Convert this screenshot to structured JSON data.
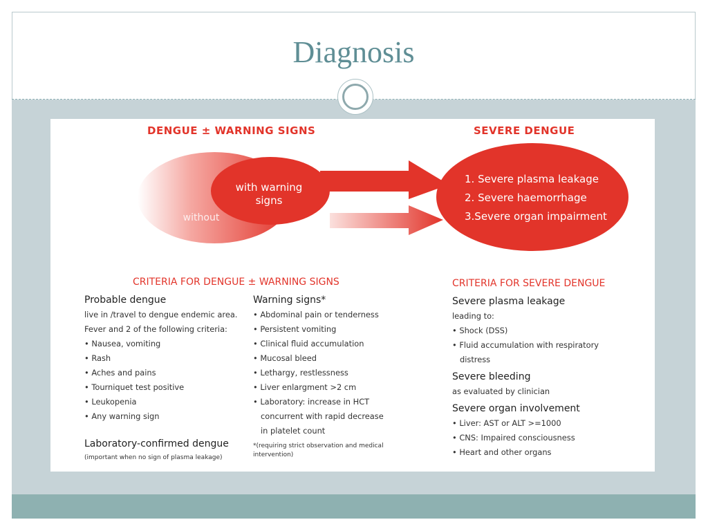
{
  "slide": {
    "title": "Diagnosis"
  },
  "diagram": {
    "left_heading": "DENGUE ± WARNING SIGNS",
    "right_heading": "SEVERE DENGUE",
    "inner_oval_label": [
      "with warning",
      "signs"
    ],
    "outer_oval_label": "without",
    "severe_items": [
      "1. Severe plasma leakage",
      "2. Severe haemorrhage",
      "3.Severe organ impairment"
    ]
  },
  "criteria_dengue": {
    "title": "CRITERIA FOR DENGUE ± WARNING SIGNS",
    "probable": {
      "heading": "Probable dengue",
      "lines": [
        "live in /travel to dengue endemic area.",
        "Fever and 2 of the following criteria:",
        "• Nausea, vomiting",
        "• Rash",
        "• Aches and pains",
        "• Tourniquet test positive",
        "• Leukopenia",
        "• Any warning sign"
      ]
    },
    "lab_confirmed": {
      "heading": "Laboratory-confirmed dengue",
      "note": "(important when no sign of plasma leakage)"
    },
    "warning": {
      "heading": "Warning signs*",
      "lines": [
        "• Abdominal pain or tenderness",
        "• Persistent vomiting",
        "• Clinical fluid accumulation",
        "• Mucosal bleed",
        "• Lethargy, restlessness",
        "• Liver enlargment >2 cm",
        "• Laboratory: increase in HCT",
        "concurrent with rapid decrease",
        "in platelet count"
      ],
      "footnote": [
        "*(requiring strict observation and medical",
        "intervention)"
      ]
    }
  },
  "criteria_severe": {
    "title": "CRITERIA FOR SEVERE DENGUE",
    "plasma": {
      "heading": "Severe plasma leakage",
      "lines": [
        "leading to:",
        "• Shock (DSS)",
        "• Fluid accumulation with respiratory",
        "distress"
      ]
    },
    "bleeding": {
      "heading": "Severe bleeding",
      "lines": [
        "as evaluated by clinician"
      ]
    },
    "organ": {
      "heading": "Severe organ involvement",
      "lines": [
        "• Liver: AST or ALT >=1000",
        "• CNS: Impaired consciousness",
        "• Heart and other organs"
      ]
    }
  },
  "colors": {
    "accent_red": "#e2342a",
    "title_teal": "#5f8e95",
    "band": "#c6d3d7",
    "footer": "#8eb1b1"
  }
}
